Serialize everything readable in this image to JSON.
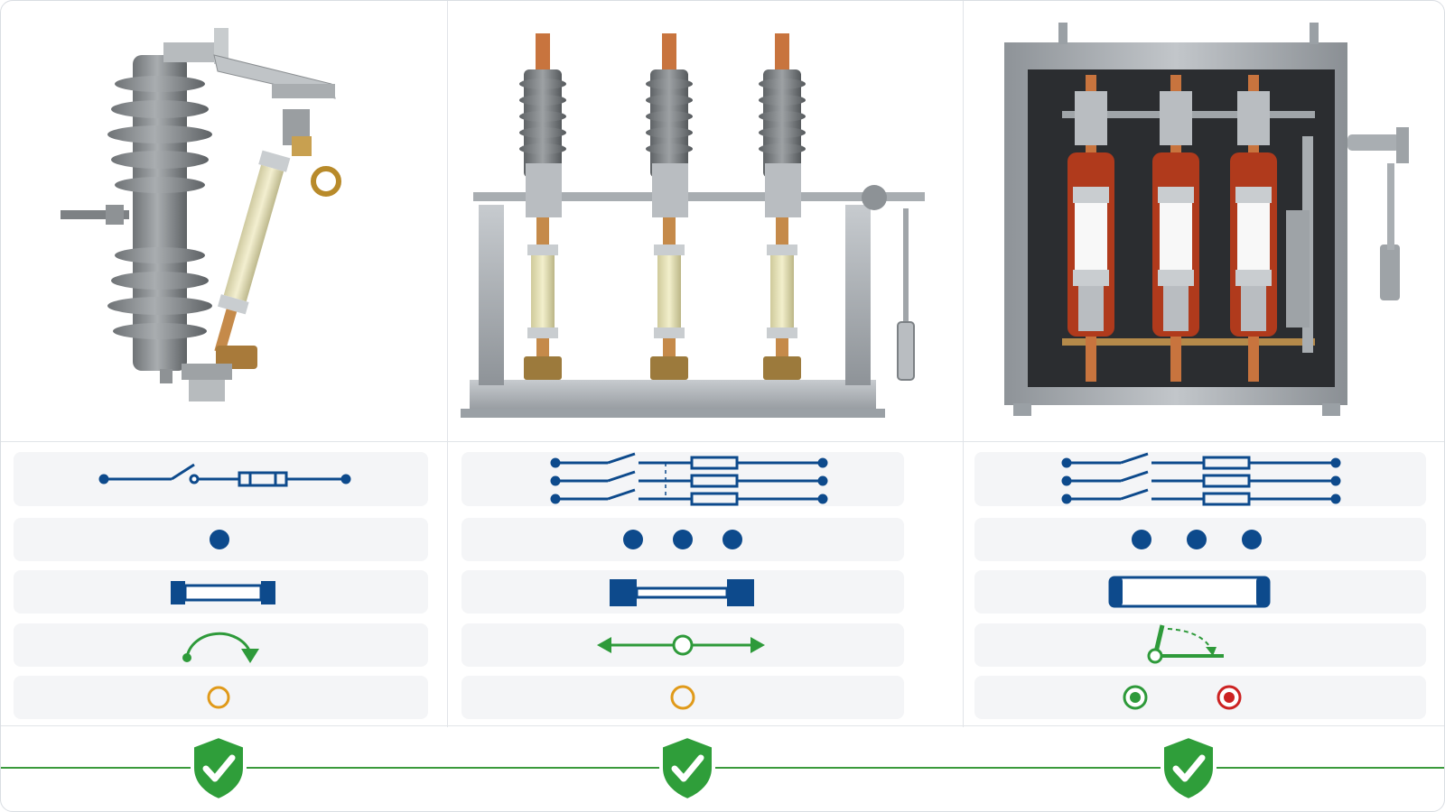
{
  "colors": {
    "diagram_blue": "#0d4a8c",
    "action_green": "#2e9a3a",
    "indicator_orange": "#e09a1a",
    "indicator_red": "#cc2222",
    "shield_green": "#2f9e3a",
    "row_bg": "#f4f5f7"
  },
  "columns": [
    {
      "photo": "single-pole-fuse-cutout-photo",
      "schematic": "single-pole-switch-fuse-symbol",
      "poles": 1,
      "fuse_style": "end-cap-fuse",
      "operation": "curved-arrow-icon",
      "indicators": [
        "orange-ring-indicator"
      ]
    },
    {
      "photo": "three-pole-open-frame-fuse-switch-photo",
      "schematic": "three-pole-ganged-switch-fuse-symbol",
      "poles": 3,
      "fuse_style": "heavy-end-cap-fuse",
      "operation": "double-arrow-slider-icon",
      "indicators": [
        "orange-ring-indicator"
      ]
    },
    {
      "photo": "enclosed-three-pole-fuse-switch-cabinet-photo",
      "schematic": "three-pole-switch-fuse-symbol",
      "poles": 3,
      "fuse_style": "cartridge-fuse",
      "operation": "lever-handle-icon",
      "indicators": [
        "green-on-indicator",
        "red-off-indicator"
      ]
    }
  ],
  "footer": {
    "badges": [
      "shield-check-icon",
      "shield-check-icon",
      "shield-check-icon"
    ]
  }
}
